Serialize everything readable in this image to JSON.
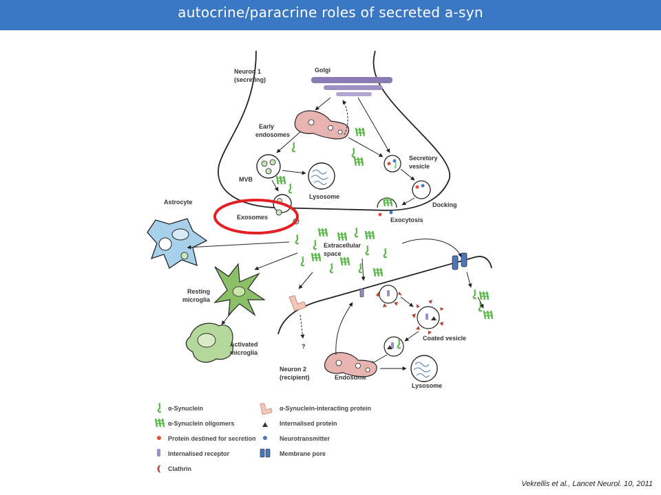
{
  "slide": {
    "title": "autocrine/paracrine roles of secreted a-syn",
    "citation": "Vekrellis et al., Lancet Neurol. 10, 2011",
    "header_color": "#3a78c4",
    "highlight_color": "#e31e24"
  },
  "diagram": {
    "labels": {
      "neuron1": [
        "Neuron 1",
        "(secreting)"
      ],
      "golgi": "Golgi",
      "early_endosomes": [
        "Early",
        "endosomes"
      ],
      "mvb": "MVB",
      "lysosome1": "Lysosome",
      "secretory_vesicle": [
        "Secretory",
        "vesicle"
      ],
      "docking": "Docking",
      "exocytosis": "Exocytosis",
      "exosomes": "Exosomes",
      "astrocyte": "Astrocyte",
      "extracellular_space": [
        "Extracellular",
        "space"
      ],
      "resting_microglia": [
        "Resting",
        "microglia"
      ],
      "activated_microglia": [
        "Activated",
        "microglia"
      ],
      "coated_vesicle": "Coated vesicle",
      "neuron2": [
        "Neuron 2",
        "(recipient)"
      ],
      "endosome": "Endosome",
      "lysosome2": "Lysosome",
      "question_mark": "?"
    },
    "legend": [
      {
        "icon": "synuclein-icon",
        "label": "α-Synuclein"
      },
      {
        "icon": "oligomer-icon",
        "label": "α-Synuclein oligomers"
      },
      {
        "icon": "secretion-protein-icon",
        "label": "Protein destined for secretion"
      },
      {
        "icon": "receptor-icon",
        "label": "Internalised receptor"
      },
      {
        "icon": "clathrin-icon",
        "label": "Clathrin"
      },
      {
        "icon": "interacting-protein-icon",
        "label": "α-Synuclein-interacting protein"
      },
      {
        "icon": "internalised-protein-icon",
        "label": "Internalised protein"
      },
      {
        "icon": "neurotransmitter-icon",
        "label": "Neurotransmitter"
      },
      {
        "icon": "membrane-pore-icon",
        "label": "Membrane pore"
      }
    ],
    "colors": {
      "synuclein_green": "#5cb84a",
      "golgi_purple": "#8b7bb4",
      "endosome_pink": "#e8b4b2",
      "cell_green": "#8cc068",
      "astrocyte_blue": "#a8d0ea",
      "pore_blue": "#4a78b8",
      "clathrin_red": "#b5473a"
    }
  }
}
